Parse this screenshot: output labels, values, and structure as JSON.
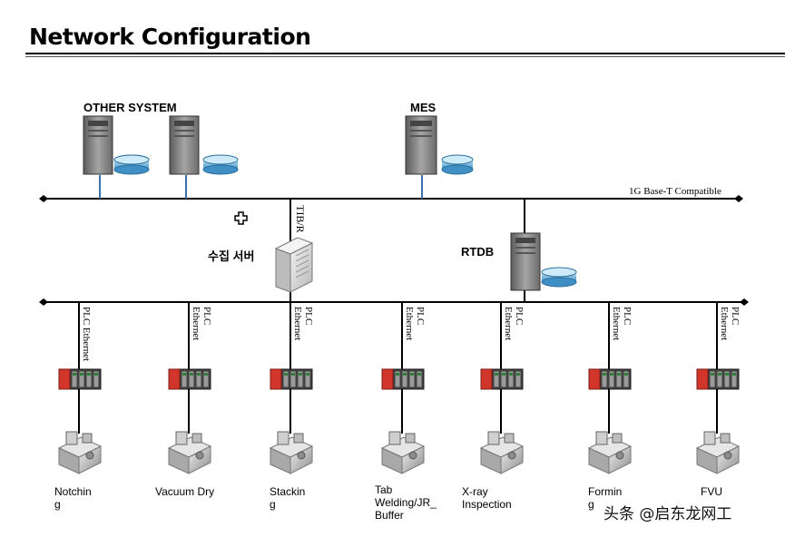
{
  "title": "Network Configuration",
  "top_network": {
    "labels": {
      "other_system": "OTHER SYSTEM",
      "mes": "MES",
      "bus_spec": "1G Base-T Compatible",
      "tib": "TIB/R",
      "collection_server": "수집 서버",
      "rtdb": "RTDB"
    }
  },
  "stations": [
    {
      "conn": "PLC Ethernet",
      "label": "Notchin\ng"
    },
    {
      "conn": "PLC\nEthernet",
      "label": "Vacuum Dry"
    },
    {
      "conn": "PLC\nEthernet",
      "label": "Stackin\ng"
    },
    {
      "conn": "PLC\nEthernet",
      "label": "Tab\nWelding/JR_\nBuffer"
    },
    {
      "conn": "PLC\nEthernet",
      "label": "X-ray\nInspection"
    },
    {
      "conn": "PLC\nEthernet",
      "label": "Formin\ng"
    },
    {
      "conn": "PLC\nEthernet",
      "label": "FVU"
    }
  ],
  "watermark": "头条 @启东龙网工",
  "colors": {
    "bus": "#000000",
    "server": "#8a8a8a",
    "disk": "#5aa6d6",
    "plc_red": "#d2352a"
  }
}
